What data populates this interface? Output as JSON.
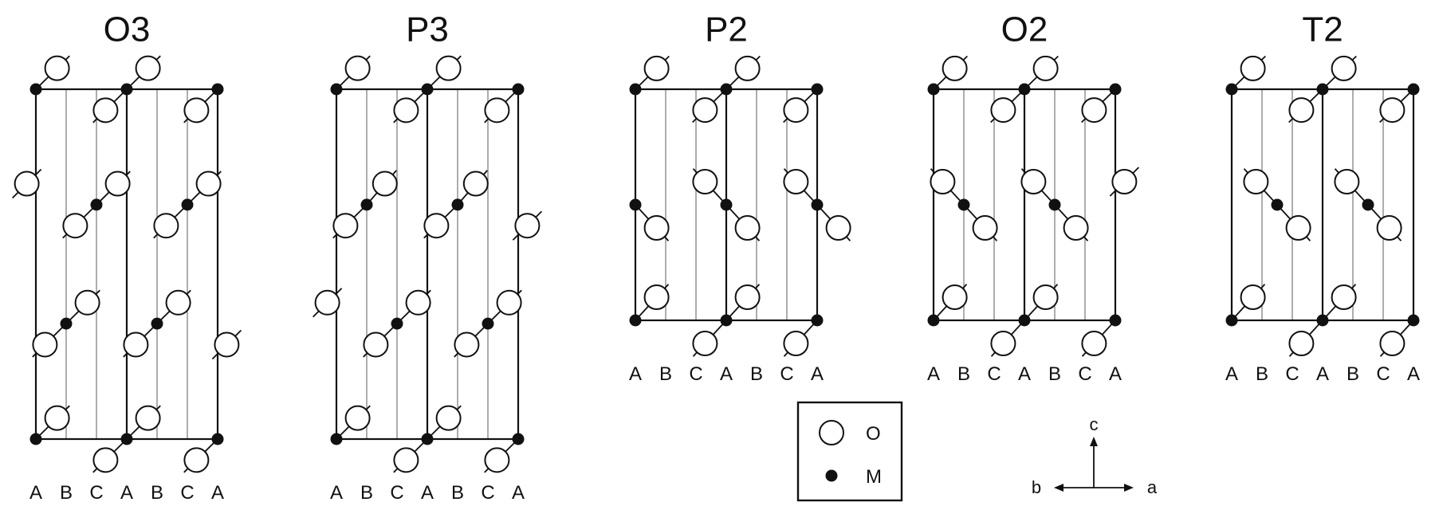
{
  "panels": [
    {
      "title": "O3",
      "stacking": [
        "A",
        "B",
        "C",
        "A",
        "B",
        "C",
        "A"
      ]
    },
    {
      "title": "P3",
      "stacking": [
        "A",
        "B",
        "C",
        "A",
        "B",
        "C",
        "A"
      ]
    },
    {
      "title": "P2",
      "stacking": [
        "A",
        "B",
        "C",
        "A",
        "B",
        "C",
        "A"
      ]
    },
    {
      "title": "O2",
      "stacking": [
        "A",
        "B",
        "C",
        "A",
        "B",
        "C",
        "A"
      ]
    },
    {
      "title": "T2",
      "stacking": [
        "A",
        "B",
        "C",
        "A",
        "B",
        "C",
        "A"
      ]
    }
  ],
  "legend": {
    "oxygen_label": "O",
    "metal_label": "M"
  },
  "axes": {
    "c": "c",
    "b": "b",
    "a": "a"
  },
  "colors": {
    "line": "#111111",
    "thin_line": "#8a8a8a",
    "background": "#ffffff"
  }
}
